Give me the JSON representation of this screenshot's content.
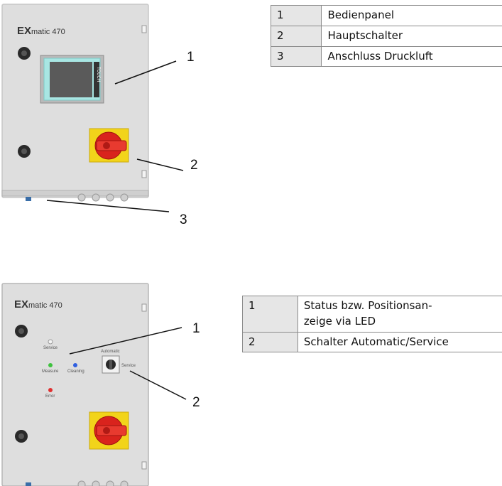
{
  "figure1": {
    "brand_bold": "EX",
    "brand_rest": "matic 470",
    "screen_label": "TOUCH",
    "callouts": [
      "1",
      "2",
      "3"
    ]
  },
  "legend1": {
    "rows": [
      {
        "num": "1",
        "text": "Bedienpanel"
      },
      {
        "num": "2",
        "text": "Hauptschalter"
      },
      {
        "num": "3",
        "text": "Anschluss Druckluft"
      }
    ]
  },
  "figure2": {
    "brand_bold": "EX",
    "brand_rest": "matic 470",
    "led_labels": {
      "service": "Service",
      "measure": "Measure",
      "cleaning": "Cleaning",
      "error": "Error"
    },
    "switch_labels": {
      "automatic": "Automatic",
      "service": "Service"
    },
    "callouts": [
      "1",
      "2"
    ]
  },
  "legend2": {
    "rows": [
      {
        "num": "1",
        "text_line1": "Status bzw. Positionsan-",
        "text_line2": "zeige via LED"
      },
      {
        "num": "2",
        "text": "Schalter Automatic/Service"
      }
    ]
  },
  "colors": {
    "panel": "#dcdcdc",
    "switch_yellow": "#f2d41a",
    "switch_red": "#d9231d",
    "screen_frame": "#9fe3e0",
    "led_green": "#3fc23f",
    "led_blue": "#2f5fe0",
    "led_red": "#e03030",
    "table_shade": "#e6e6e6"
  }
}
